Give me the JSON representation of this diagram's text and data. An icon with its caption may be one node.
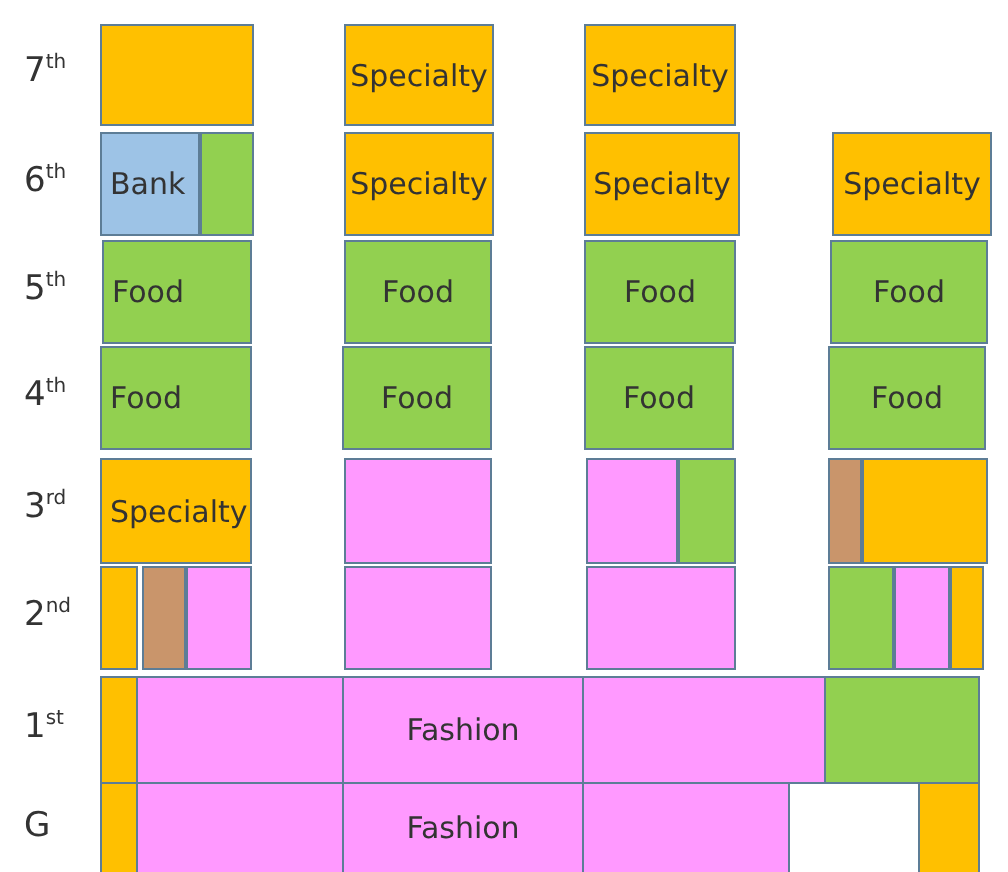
{
  "diagram": {
    "nodes": [
      {
        "text": [],
        "shape": "box"
      },
      {
        "text": [
          "Specialty"
        ]
      },
      {
        "text": [
          "Specialty"
        ]
      },
      {
        "text": [
          "Bank"
        ]
      },
      {
        "text": [],
        "shape": "box"
      },
      {
        "text": [
          "Specialty"
        ]
      },
      {
        "text": [
          "Specialty"
        ]
      },
      {
        "text": [
          "Specialty"
        ]
      },
      {
        "text": [
          "Food"
        ]
      },
      {
        "text": [
          "Food"
        ]
      },
      {
        "text": [
          "Food"
        ]
      },
      {
        "text": [
          "Food"
        ]
      },
      {
        "text": [
          "Food"
        ]
      },
      {
        "text": [
          "Food"
        ]
      },
      {
        "text": [
          "Food"
        ]
      },
      {
        "text": [
          "Food"
        ]
      },
      {
        "text": [
          "Specialty"
        ]
      },
      {
        "text": [],
        "shape": "box"
      },
      {
        "text": [],
        "shape": "box"
      },
      {
        "text": [],
        "shape": "box"
      },
      {
        "text": [],
        "shape": "box"
      },
      {
        "text": [],
        "shape": "box"
      },
      {
        "text": [],
        "shape": "box"
      },
      {
        "text": [],
        "shape": "box"
      },
      {
        "text": [],
        "shape": "box"
      },
      {
        "text": [],
        "shape": "box"
      },
      {
        "text": [],
        "shape": "box"
      },
      {
        "text": [],
        "shape": "box"
      },
      {
        "text": [],
        "shape": "box"
      },
      {
        "text": [],
        "shape": "box"
      },
      {
        "text": [],
        "shape": "box"
      },
      {
        "text": [],
        "shape": "box"
      },
      {
        "text": [
          "Fashion"
        ]
      },
      {
        "text": [],
        "shape": "box"
      },
      {
        "text": [],
        "shape": "box"
      },
      {
        "text": [],
        "shape": "box"
      },
      {
        "text": [],
        "shape": "box"
      },
      {
        "text": [
          "Fashion"
        ]
      },
      {
        "text": [],
        "shape": "box"
      },
      {
        "text": [],
        "shape": "box"
      }
    ],
    "labels": [
      "7$^{th}$",
      "6$^{th}$",
      "5$^{th}$",
      "4$^{th}$",
      "3$^{rd}$",
      "2$^{nd}$",
      "1$^{st}$",
      "G"
    ]
  }
}
